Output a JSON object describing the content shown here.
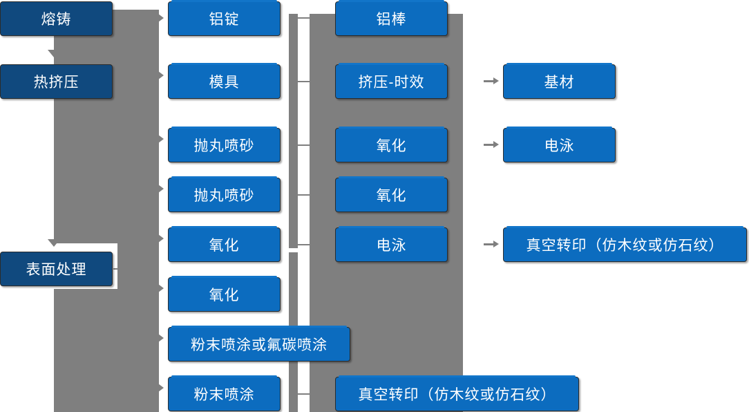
{
  "diagram": {
    "type": "process-flowchart",
    "title_present": false,
    "colors": {
      "stage_box": "#10497E",
      "process_box": "#0C6CBF",
      "connector": "#7F7F7F",
      "text": "#FFFFFF",
      "background": "#FFFFFF"
    },
    "stages": [
      {
        "id": "stage-melt-cast",
        "label": "熔铸"
      },
      {
        "id": "stage-hot-extrude",
        "label": "热挤压"
      },
      {
        "id": "stage-surface",
        "label": "表面处理"
      }
    ],
    "column2": [
      {
        "id": "c2-0",
        "label": "铝锭"
      },
      {
        "id": "c2-1",
        "label": "模具"
      },
      {
        "id": "c2-2",
        "label": "抛丸喷砂"
      },
      {
        "id": "c2-3",
        "label": "抛丸喷砂"
      },
      {
        "id": "c2-4",
        "label": "氧化"
      },
      {
        "id": "c2-5",
        "label": "氧化"
      },
      {
        "id": "c2-6",
        "label": "粉末喷涂或氟碳喷涂"
      },
      {
        "id": "c2-7",
        "label": "粉末喷涂"
      }
    ],
    "column3": [
      {
        "id": "c3-0",
        "label": "铝棒"
      },
      {
        "id": "c3-1",
        "label": "挤压-时效"
      },
      {
        "id": "c3-2",
        "label": "氧化"
      },
      {
        "id": "c3-3",
        "label": "氧化"
      },
      {
        "id": "c3-4",
        "label": "电泳"
      },
      {
        "id": "c3-5",
        "label": "真空转印（仿木纹或仿石纹）"
      }
    ],
    "column4": [
      {
        "id": "c4-0",
        "label": "基材"
      },
      {
        "id": "c4-1",
        "label": "电泳"
      },
      {
        "id": "c4-2",
        "label": "真空转印（仿木纹或仿石纹）"
      }
    ]
  }
}
